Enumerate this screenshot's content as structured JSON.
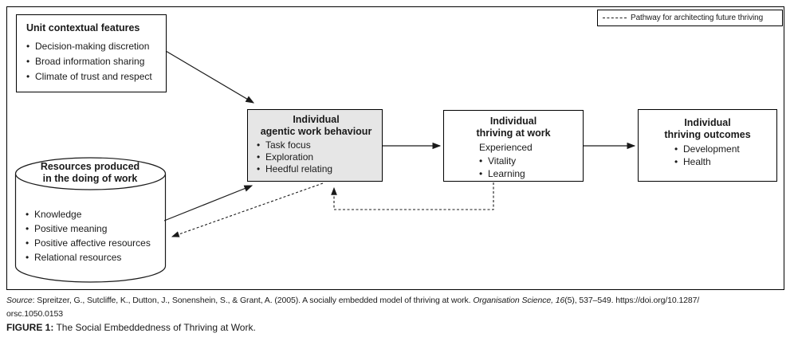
{
  "legend": {
    "label": "Pathway for architecting future thriving"
  },
  "diagram": {
    "unit_box": {
      "title": "Unit contextual features",
      "items": [
        "Decision-making discretion",
        "Broad information sharing",
        "Climate of trust and respect"
      ]
    },
    "resources_cylinder": {
      "title_line1": "Resources produced",
      "title_line2": "in the doing of work",
      "items": [
        "Knowledge",
        "Positive meaning",
        "Positive affective resources",
        "Relational resources"
      ]
    },
    "agentic_box": {
      "title_line1": "Individual",
      "title_line2": "agentic work behaviour",
      "items": [
        "Task focus",
        "Exploration",
        "Heedful relating"
      ]
    },
    "thriving_box": {
      "title_line1": "Individual",
      "title_line2": "thriving at work",
      "subtitle": "Experienced",
      "items": [
        "Vitality",
        "Learning"
      ]
    },
    "outcomes_box": {
      "title_line1": "Individual",
      "title_line2": "thriving outcomes",
      "items": [
        "Development",
        "Health"
      ]
    }
  },
  "colors": {
    "agentic_box_fill": "#e6e6e6",
    "line": "#1a1a1a"
  },
  "caption": {
    "source_label": "Source",
    "source_after_label": ": Spreitzer, G., Sutcliffe, K., Dutton, J., Sonenshein, S., & Grant, A. (2005). A socially embedded model of thriving at work. ",
    "source_journal_italic": "Organisation Science, 16",
    "source_tail": "(5), 537–549. https://doi.org/10.1287/",
    "source_line2": "orsc.1050.0153",
    "figure_label": "FIGURE 1:",
    "figure_title": " The Social Embeddedness of Thriving at Work."
  }
}
